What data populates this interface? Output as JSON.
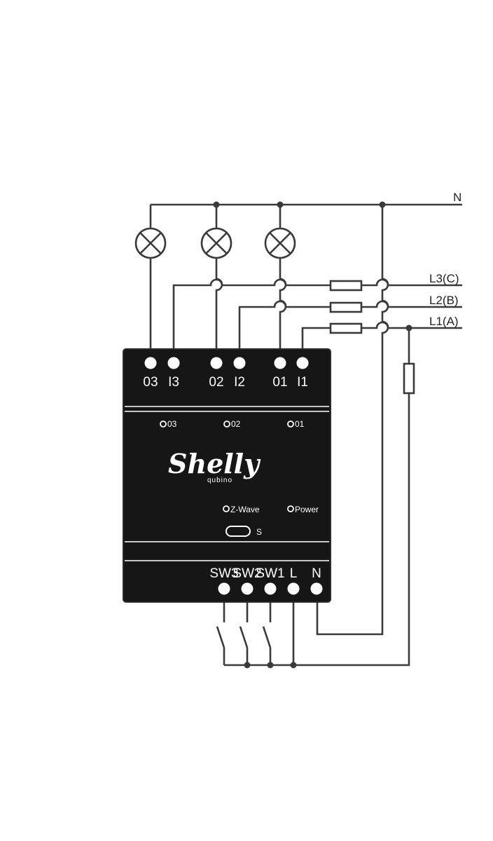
{
  "supply": {
    "neutral": "N",
    "phases": [
      "L3(C)",
      "L2(B)",
      "L1(A)"
    ]
  },
  "device": {
    "brand": "Shelly",
    "sub_brand": "qubino",
    "top_terminals": [
      "03",
      "I3",
      "02",
      "I2",
      "01",
      "I1"
    ],
    "output_leds": [
      "03",
      "02",
      "01"
    ],
    "status_leds": [
      "Z-Wave",
      "Power"
    ],
    "service_button": "S",
    "bottom_terminals": [
      "SW3",
      "SW2",
      "SW1",
      "L",
      "N"
    ]
  },
  "colors": {
    "device_body": "#161616",
    "wire": "#3a3a3a"
  }
}
